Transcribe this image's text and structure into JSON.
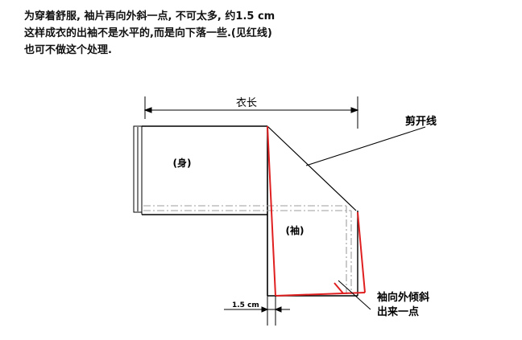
{
  "intro": {
    "lines": [
      "为穿着舒服, 袖片再向外斜一点, 不可太多, 约1.5 cm",
      "这样成衣的出袖不是水平的,而是向下落一些.(见红线)",
      "也可不做这个处理."
    ]
  },
  "diagram": {
    "dim_top_label": "衣长",
    "body_label": "(身)",
    "sleeve_label": "(袖)",
    "cut_line_label": "剪开线",
    "slant_note": [
      "袖向外倾斜",
      "出来一点"
    ],
    "dim_bottom_label": "1.5 cm"
  },
  "colors": {
    "outline": "#000000",
    "red_line": "#e02020",
    "grey_dash": "#a0a0a0"
  }
}
